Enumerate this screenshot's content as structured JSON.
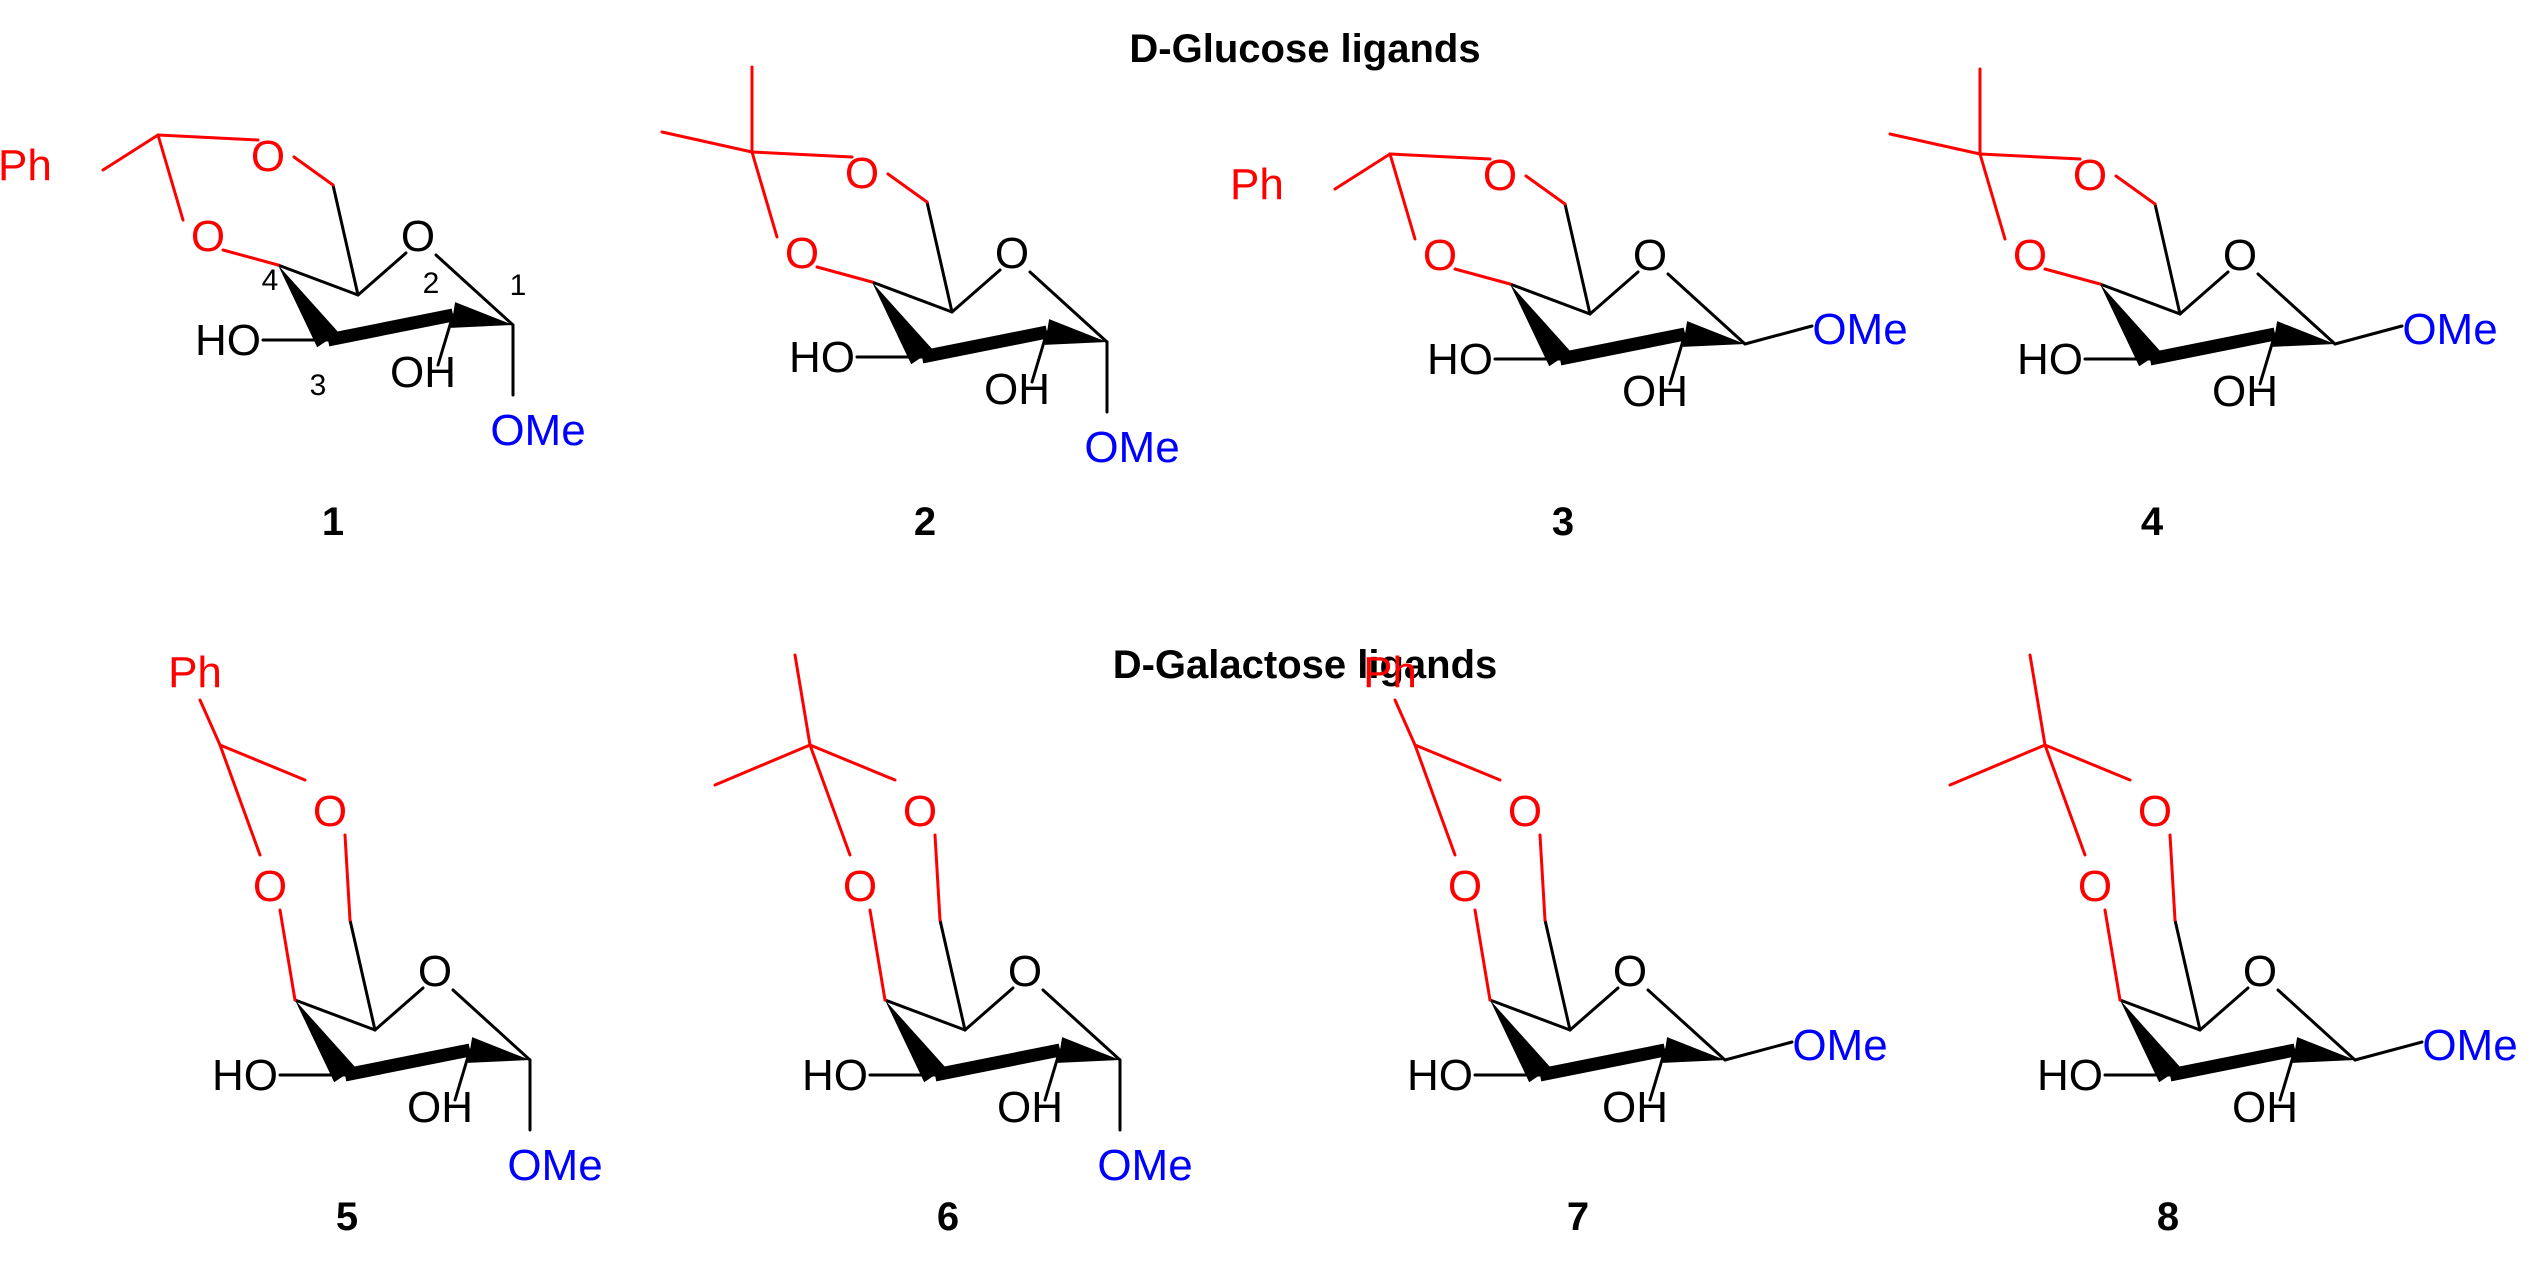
{
  "headings": {
    "glucose": "D-Glucose ligands",
    "galactose": "D-Galactose ligands"
  },
  "colors": {
    "bond": "#000000",
    "protecting_group": "#ff0000",
    "methoxy": "#0000ff"
  },
  "text": {
    "ring_O": "O",
    "acetal_O": "O",
    "HO": "HO",
    "OH": "OH",
    "OMe": "OMe",
    "Ph": "Ph"
  },
  "numbering": [
    "1",
    "2",
    "3",
    "4"
  ],
  "compounds": [
    {
      "id": "1",
      "sugar": "D-Glucose",
      "acetal": "Ph",
      "anomer": "alpha",
      "numbered": true
    },
    {
      "id": "2",
      "sugar": "D-Glucose",
      "acetal": "isopropylidene",
      "anomer": "alpha",
      "numbered": false
    },
    {
      "id": "3",
      "sugar": "D-Glucose",
      "acetal": "Ph",
      "anomer": "beta",
      "numbered": false
    },
    {
      "id": "4",
      "sugar": "D-Glucose",
      "acetal": "isopropylidene",
      "anomer": "beta",
      "numbered": false
    },
    {
      "id": "5",
      "sugar": "D-Galactose",
      "acetal": "Ph",
      "anomer": "alpha",
      "numbered": false
    },
    {
      "id": "6",
      "sugar": "D-Galactose",
      "acetal": "isopropylidene",
      "anomer": "alpha",
      "numbered": false
    },
    {
      "id": "7",
      "sugar": "D-Galactose",
      "acetal": "Ph",
      "anomer": "beta",
      "numbered": false
    },
    {
      "id": "8",
      "sugar": "D-Galactose",
      "acetal": "isopropylidene",
      "anomer": "beta",
      "numbered": false
    }
  ]
}
